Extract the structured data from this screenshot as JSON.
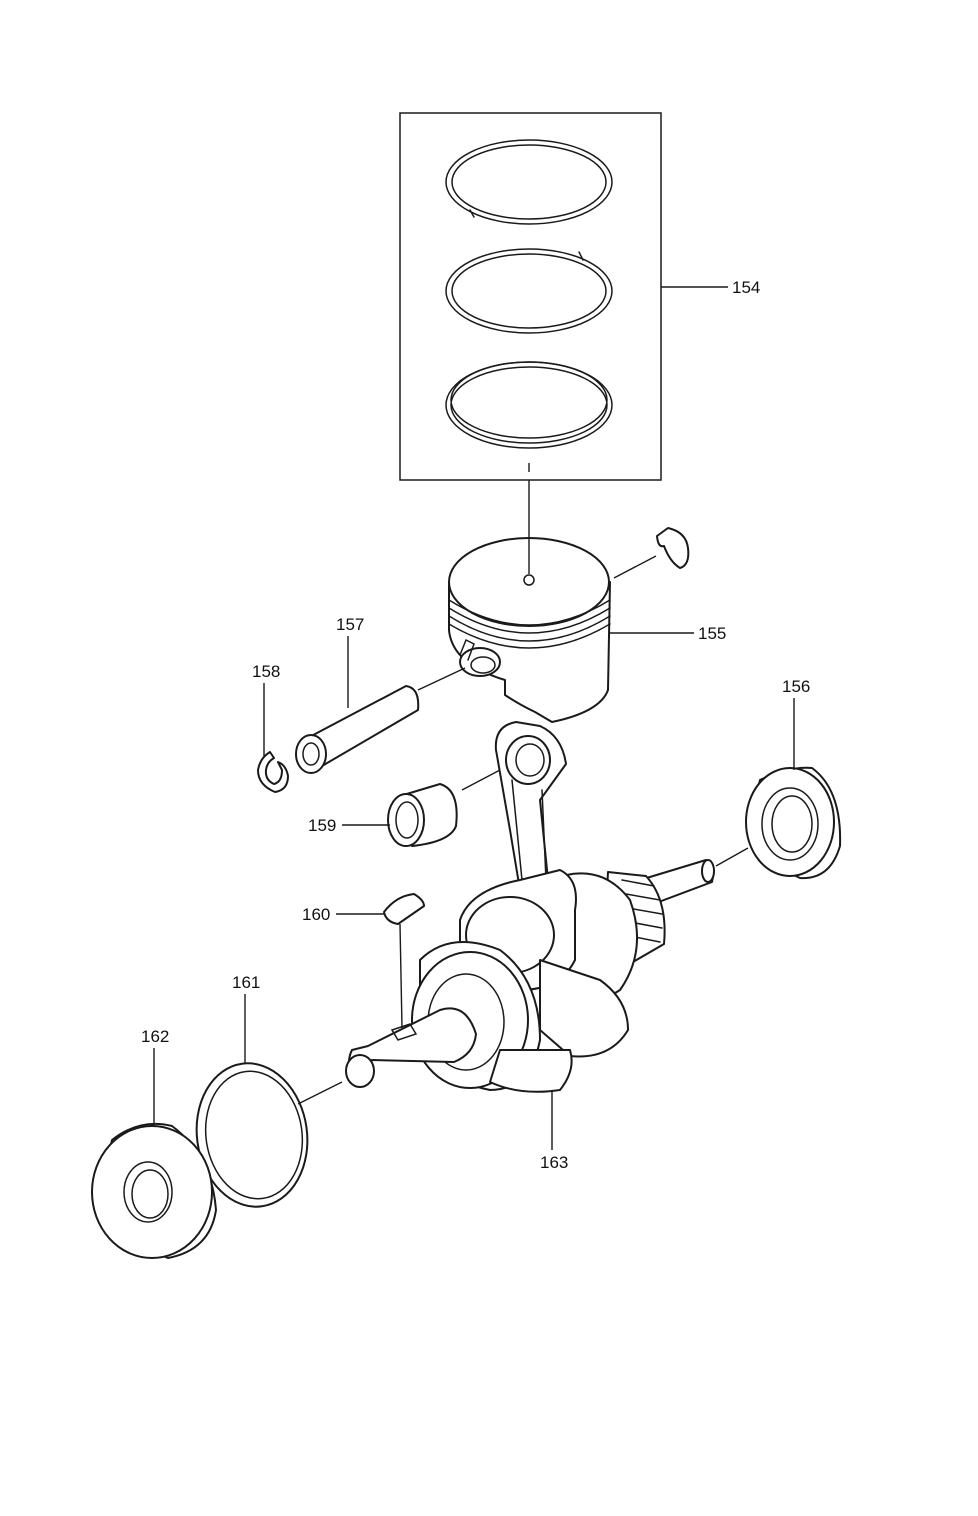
{
  "diagram": {
    "callouts": {
      "c154": "154",
      "c155": "155",
      "c156": "156",
      "c157": "157",
      "c158": "158",
      "c159": "159",
      "c160": "160",
      "c161": "161",
      "c162": "162",
      "c163": "163"
    },
    "line_color": "#1a1a1a",
    "background": "#ffffff"
  }
}
